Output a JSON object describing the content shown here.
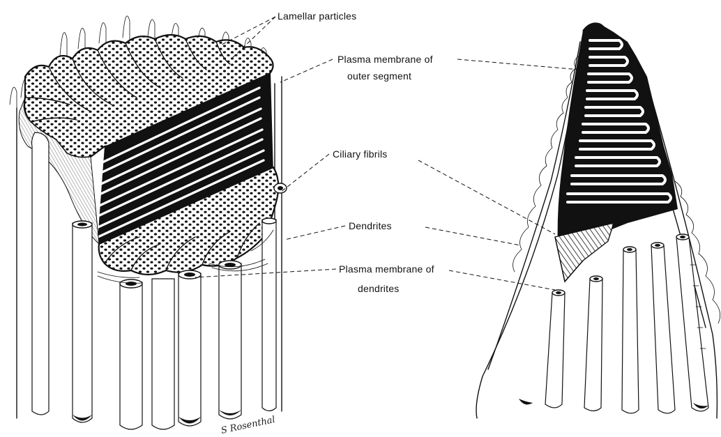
{
  "labels": {
    "lamellar_particles": "Lamellar particles",
    "plasma_membrane_outer_line1": "Plasma membrane of",
    "plasma_membrane_outer_line2": "outer segment",
    "ciliary_fibrils": "Ciliary fibrils",
    "dendrites": "Dendrites",
    "plasma_membrane_dendrites_line1": "Plasma membrane of",
    "plasma_membrane_dendrites_line2": "dendrites"
  },
  "signature": "S Rosenthal",
  "colors": {
    "ink": "#111111",
    "paper": "#ffffff"
  }
}
